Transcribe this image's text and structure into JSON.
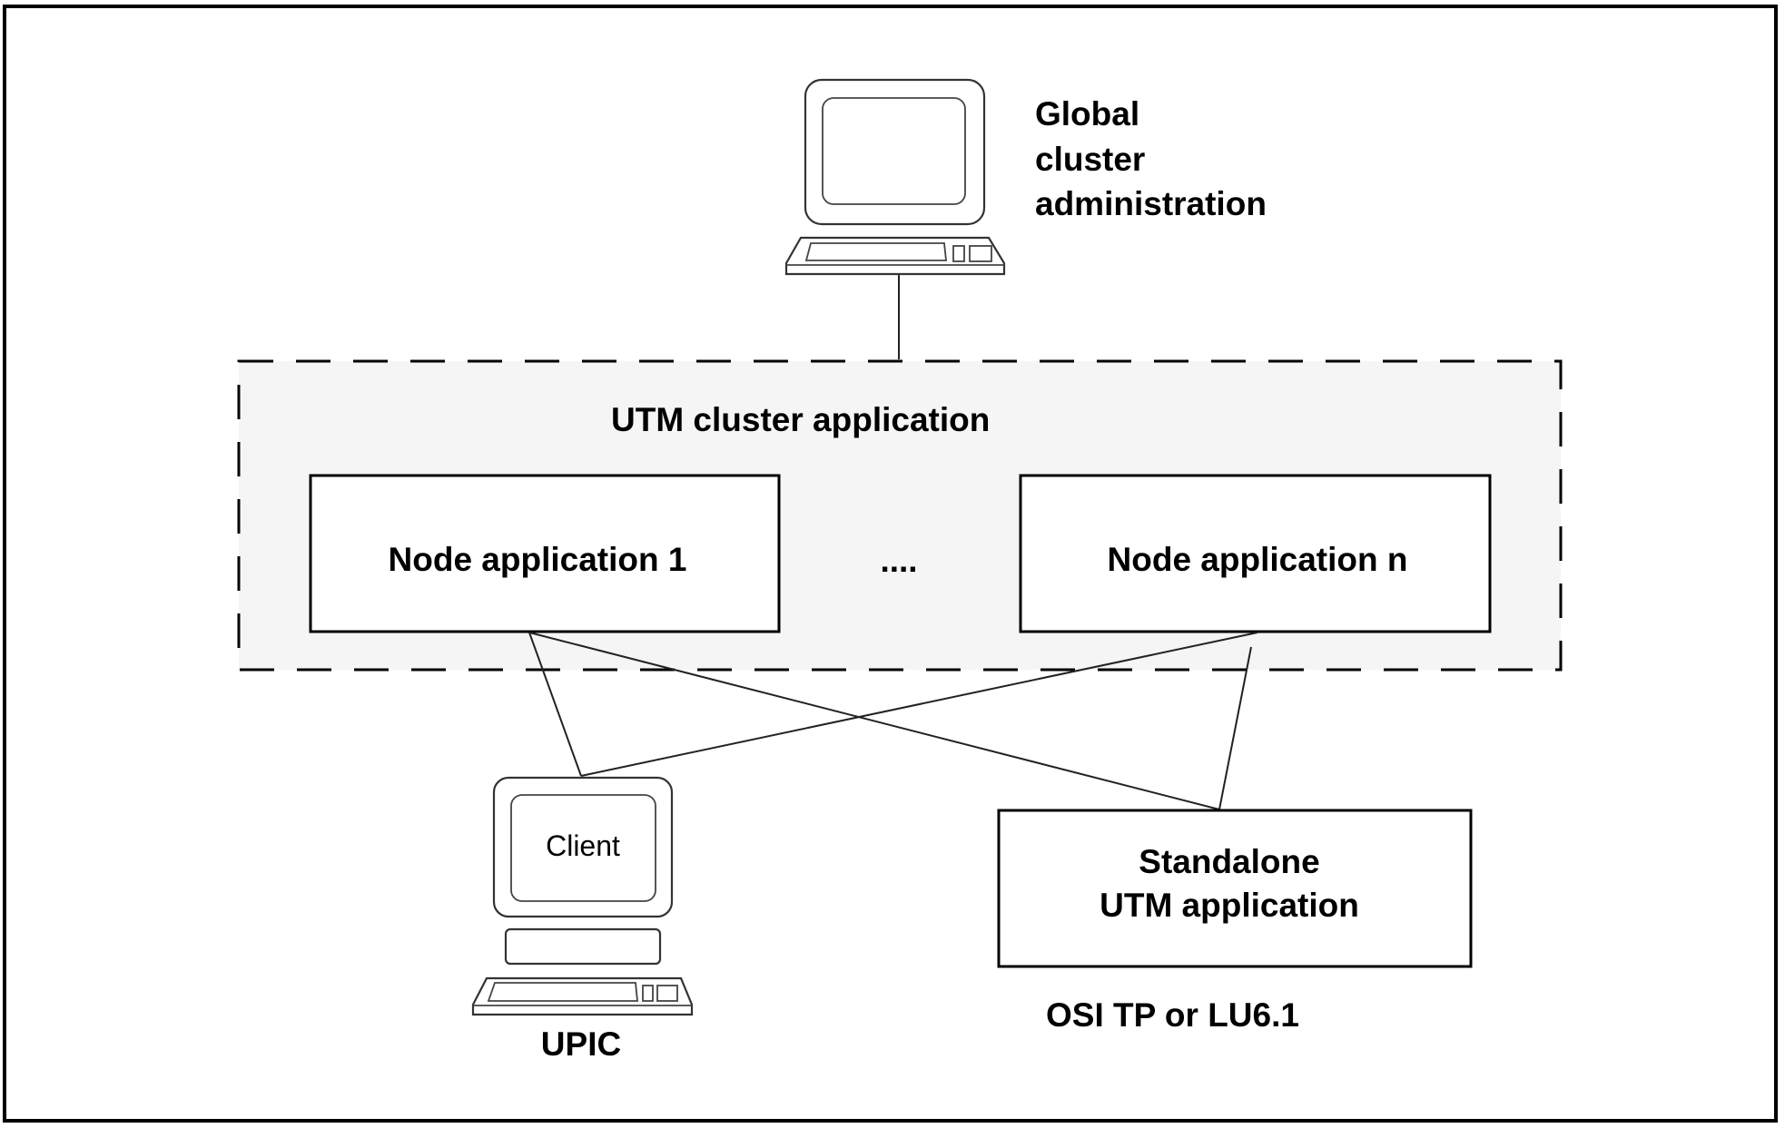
{
  "diagram": {
    "admin_terminal": {
      "icon": "computer-terminal-icon",
      "label_lines": [
        "Global",
        "cluster",
        "administration"
      ]
    },
    "cluster": {
      "label": "UTM cluster application",
      "fill_color": "#f5f5f5",
      "nodes": [
        {
          "label": "Node application 1"
        },
        {
          "label": "Node application n"
        }
      ],
      "ellipsis": "...."
    },
    "client": {
      "icon": "computer-terminal-icon",
      "screen_label": "Client",
      "caption": "UPIC"
    },
    "standalone": {
      "label_lines": [
        "Standalone",
        "UTM application"
      ],
      "caption": "OSI TP or LU6.1"
    },
    "connections": [
      {
        "from": "admin_terminal",
        "to": "cluster"
      },
      {
        "from": "node_1",
        "to": "client"
      },
      {
        "from": "node_1",
        "to": "standalone"
      },
      {
        "from": "node_n",
        "to": "client"
      },
      {
        "from": "node_n",
        "to": "standalone"
      }
    ]
  }
}
